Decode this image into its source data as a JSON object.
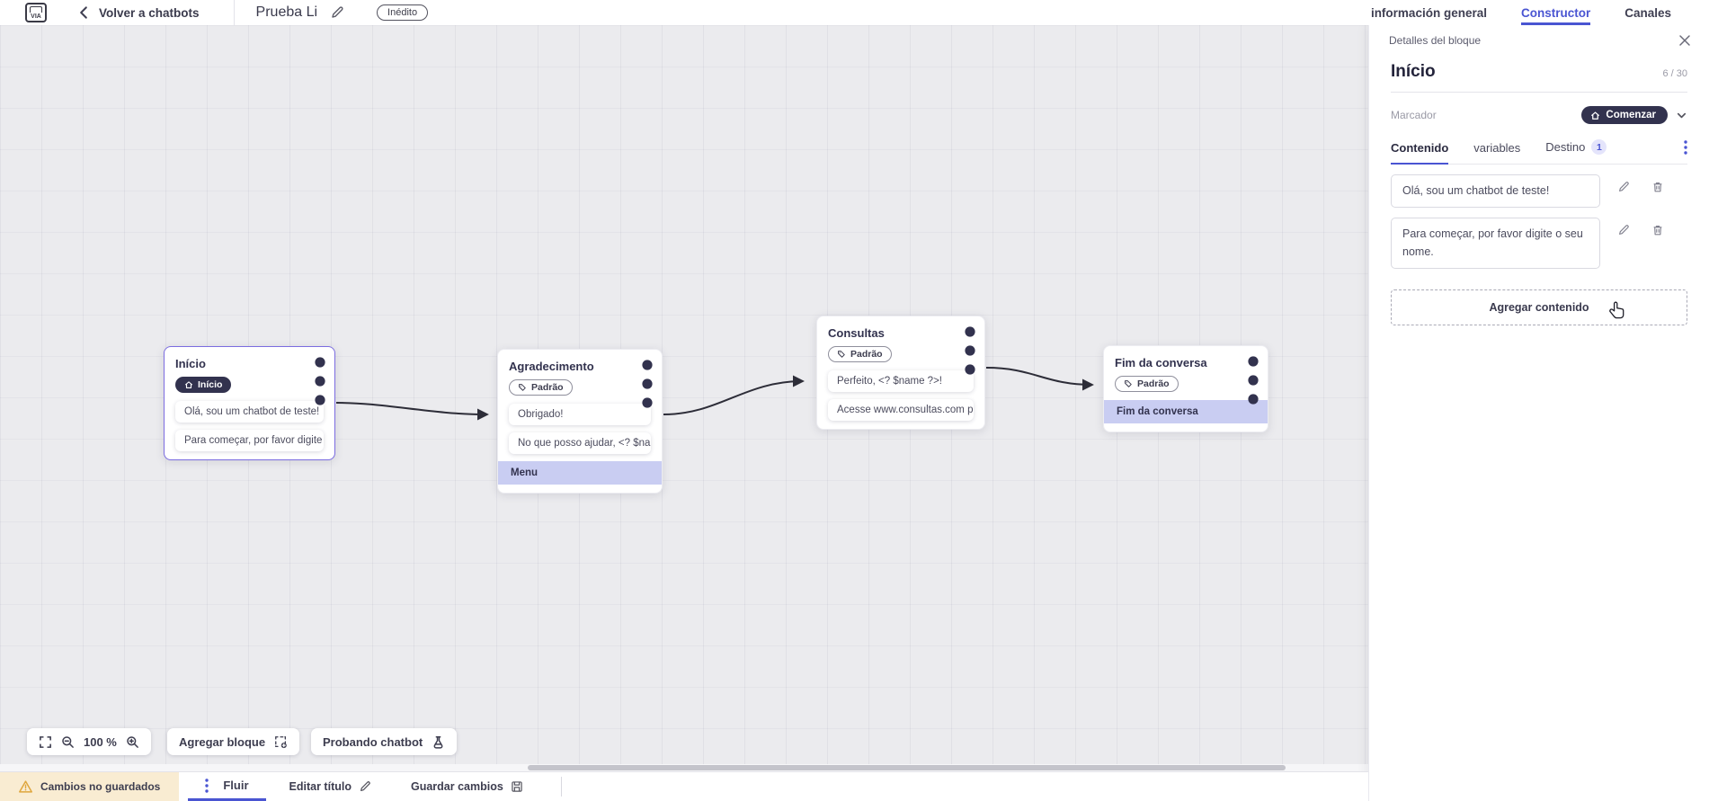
{
  "app": {
    "logo_text": "VIA"
  },
  "header": {
    "back_label": "Volver a chatbots",
    "title": "Prueba Li",
    "status_badge": "Inédito",
    "nav_tabs": [
      {
        "label": "información general",
        "active": false
      },
      {
        "label": "Constructor",
        "active": true
      },
      {
        "label": "Canales",
        "active": false
      }
    ]
  },
  "canvas": {
    "zoom_level": "100 %",
    "add_block_label": "Agregar bloque",
    "test_chatbot_label": "Probando chatbot",
    "blocks": [
      {
        "title": "Início",
        "badge": "Início",
        "badge_style": "start",
        "selected": true,
        "rows": [
          {
            "text": "Olá, sou um chatbot de teste!",
            "style": "message"
          },
          {
            "text": "Para começar, por favor digite o ...",
            "style": "message"
          }
        ]
      },
      {
        "title": "Agradecimento",
        "badge": "Padrão",
        "badge_style": "default",
        "selected": false,
        "rows": [
          {
            "text": "Obrigado!",
            "style": "message"
          },
          {
            "text": "No que posso ajudar, <? $name ...",
            "style": "message"
          },
          {
            "text": "Menu",
            "style": "menu"
          }
        ]
      },
      {
        "title": "Consultas",
        "badge": "Padrão",
        "badge_style": "default",
        "selected": false,
        "rows": [
          {
            "text": "Perfeito, <? $name ?>!",
            "style": "message"
          },
          {
            "text": "Acesse www.consultas.com par...",
            "style": "message"
          }
        ]
      },
      {
        "title": "Fim da conversa",
        "badge": "Padrão",
        "badge_style": "default",
        "selected": false,
        "rows": [
          {
            "text": "Fim da conversa",
            "style": "menu"
          }
        ]
      }
    ]
  },
  "panel": {
    "header_title": "Detalles del bloque",
    "block_name": "Início",
    "char_counter": "6 / 30",
    "marker_label": "Marcador",
    "marker_value": "Comenzar",
    "tabs": [
      {
        "label": "Contenido",
        "active": true
      },
      {
        "label": "variables",
        "active": false
      },
      {
        "label": "Destino",
        "active": false,
        "badge": "1"
      }
    ],
    "content_items": [
      "Olá, sou um chatbot de teste!",
      "Para começar, por favor digite o seu nome."
    ],
    "add_content_label": "Agregar contenido"
  },
  "footer": {
    "warning_label": "Cambios no guardados",
    "flow_tab_label": "Fluir",
    "edit_title_label": "Editar título",
    "save_label": "Guardar cambios"
  },
  "colors": {
    "accent_blue": "#4a55d2",
    "selected_purple": "#7b6ce0",
    "dark_navy": "#32324e",
    "lavender_row": "#c9cdf2",
    "warning_bg": "#f9ecd2",
    "warning_icon": "#dfa63d",
    "canvas_bg": "#ebebee"
  },
  "icons": {
    "back": "chevron-left",
    "edit": "pencil",
    "close": "x",
    "kebab": "vertical-dots",
    "home": "house",
    "tag": "label-tag",
    "trash": "bin",
    "chevron_down": "caret",
    "fullscreen": "corner-brackets",
    "zoom_out": "magnifier-minus",
    "zoom_in": "magnifier-plus",
    "add_block": "dashed-square-plus",
    "test": "flask",
    "warning": "triangle-exclamation",
    "save": "floppy-disk",
    "cursor": "hand-pointer"
  }
}
